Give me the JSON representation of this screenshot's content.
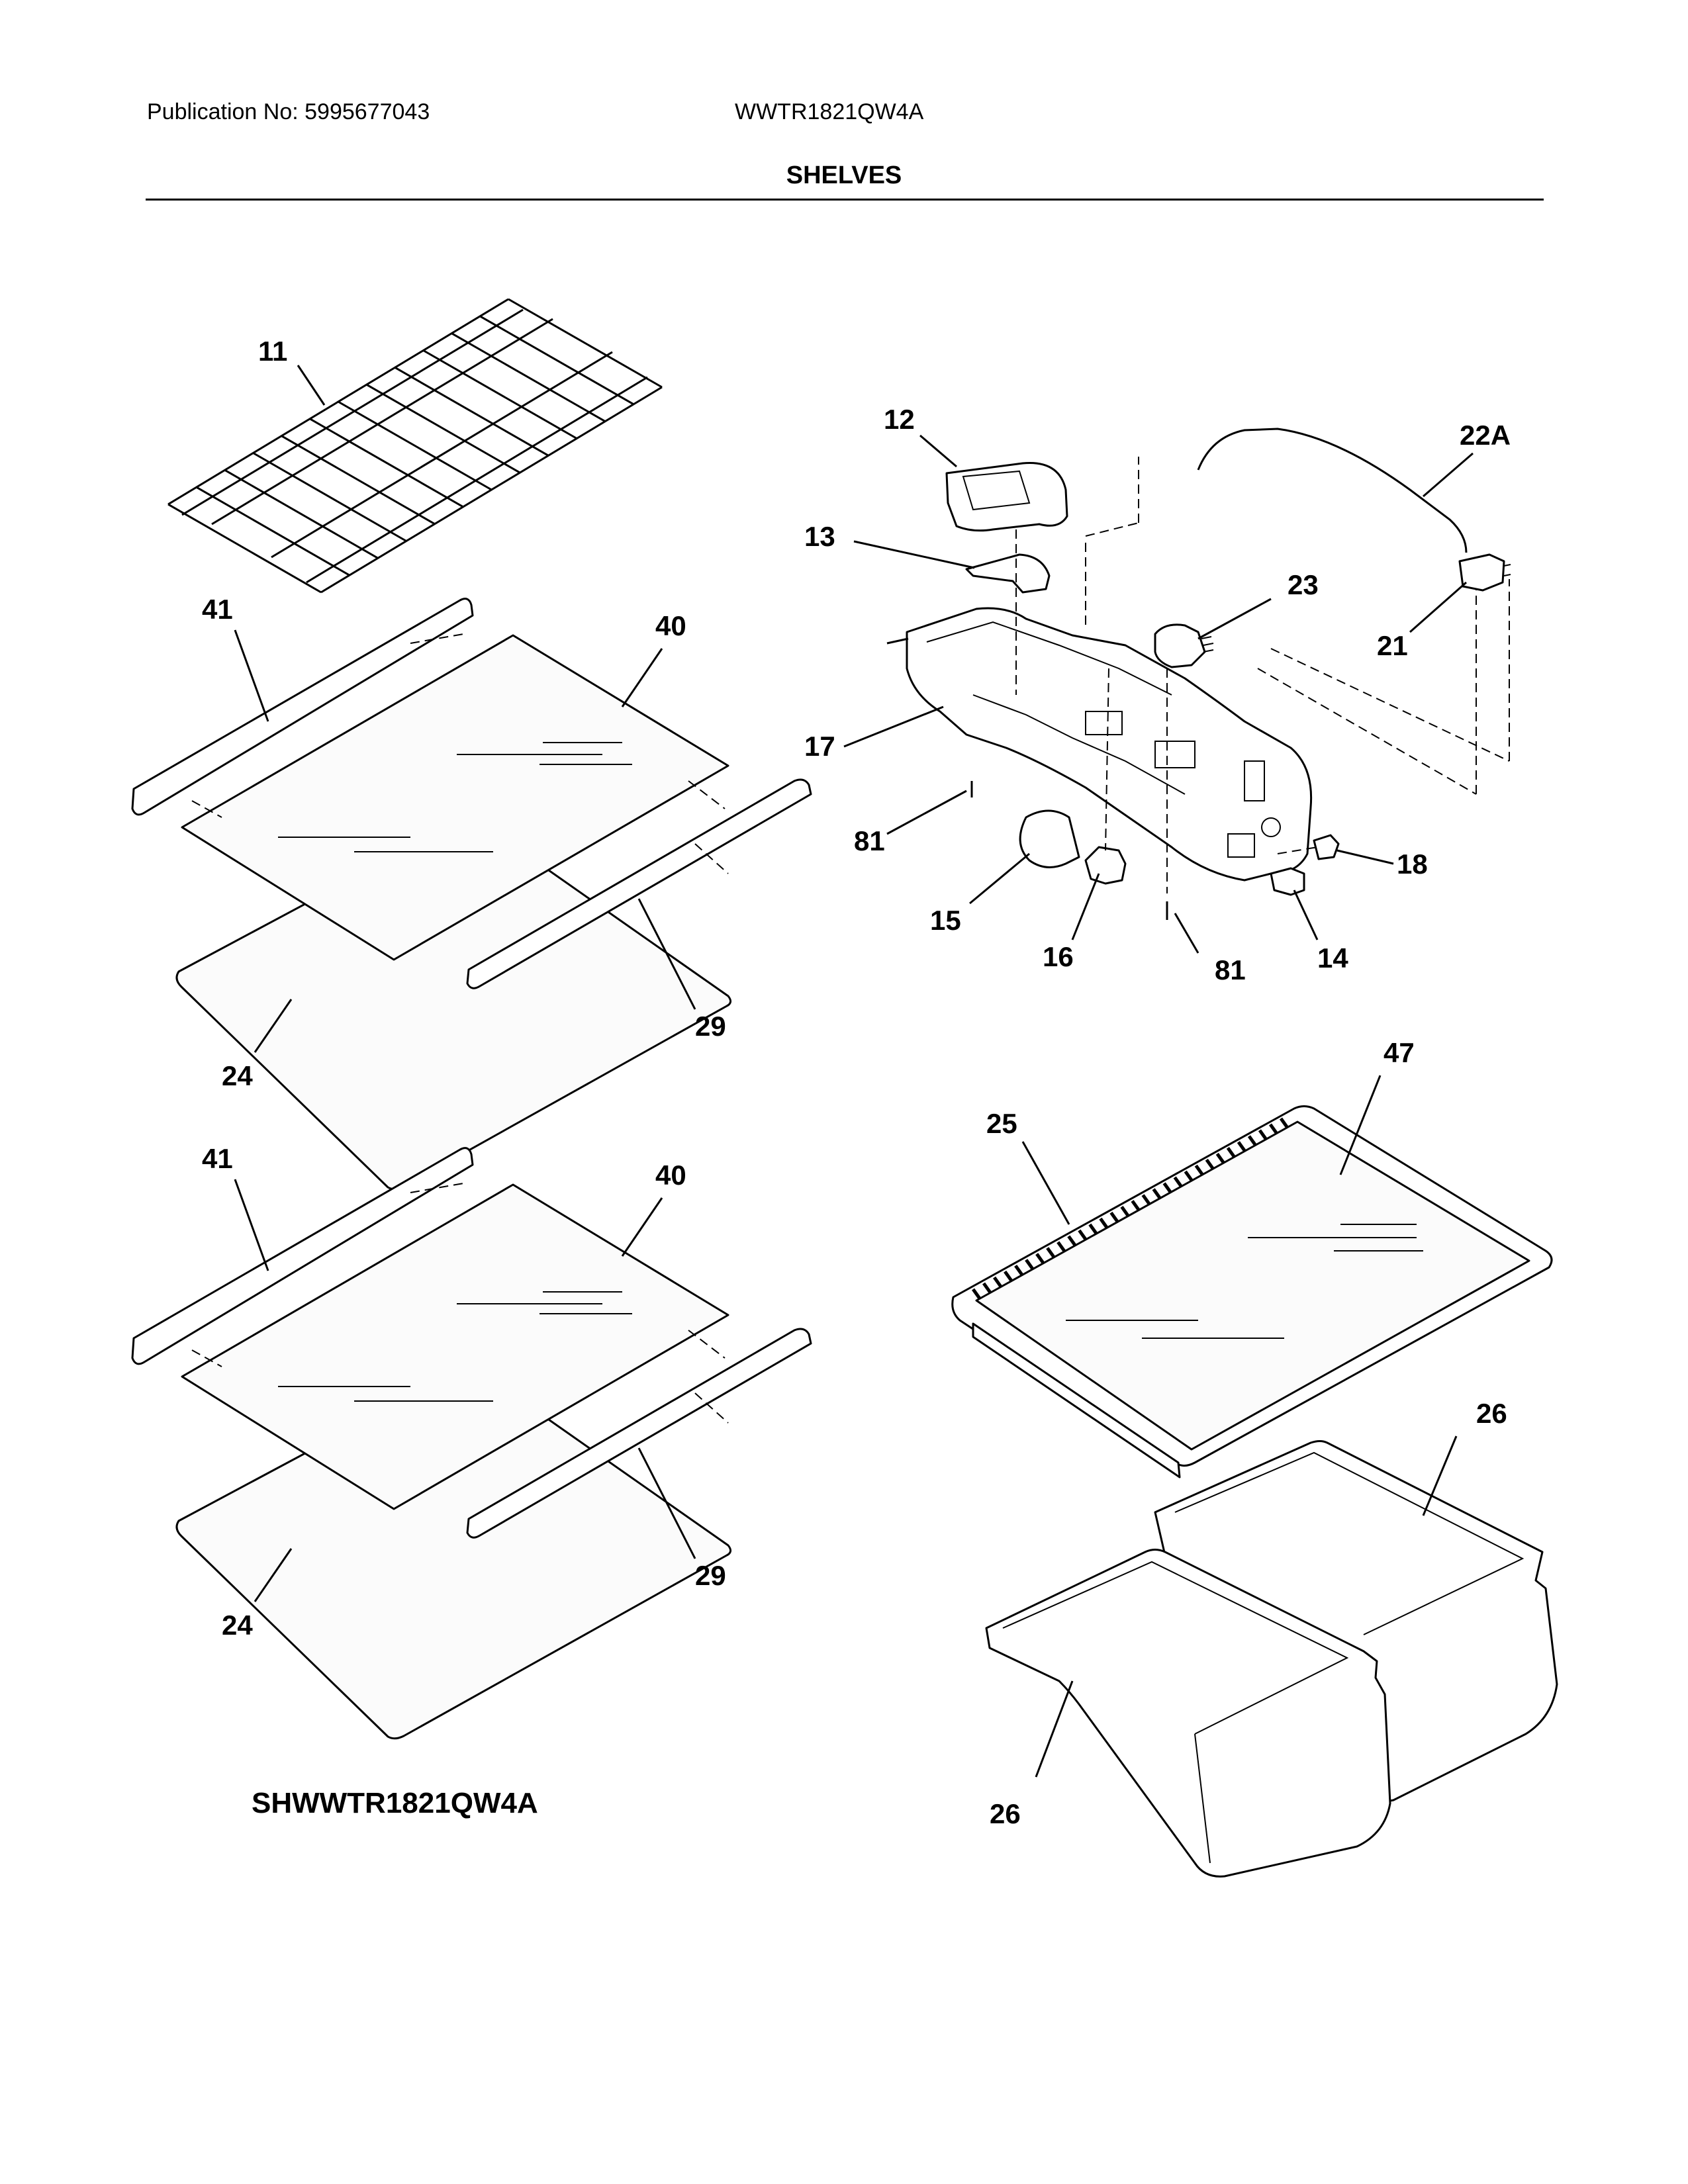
{
  "header": {
    "publication": "Publication No: 5995677043",
    "model": "WWTR1821QW4A",
    "section_title": "SHELVES"
  },
  "footer": {
    "diagram_code": "SHWWTR1821QW4A"
  },
  "callouts": {
    "c11": "11",
    "c41a": "41",
    "c40a": "40",
    "c29a": "29",
    "c24a": "24",
    "c41b": "41",
    "c40b": "40",
    "c29b": "29",
    "c24b": "24",
    "c12": "12",
    "c13": "13",
    "c17": "17",
    "c81a": "81",
    "c15": "15",
    "c16": "16",
    "c81b": "81",
    "c14": "14",
    "c18": "18",
    "c23": "23",
    "c21": "21",
    "c22a": "22A",
    "c25": "25",
    "c47": "47",
    "c26a": "26",
    "c26b": "26"
  }
}
